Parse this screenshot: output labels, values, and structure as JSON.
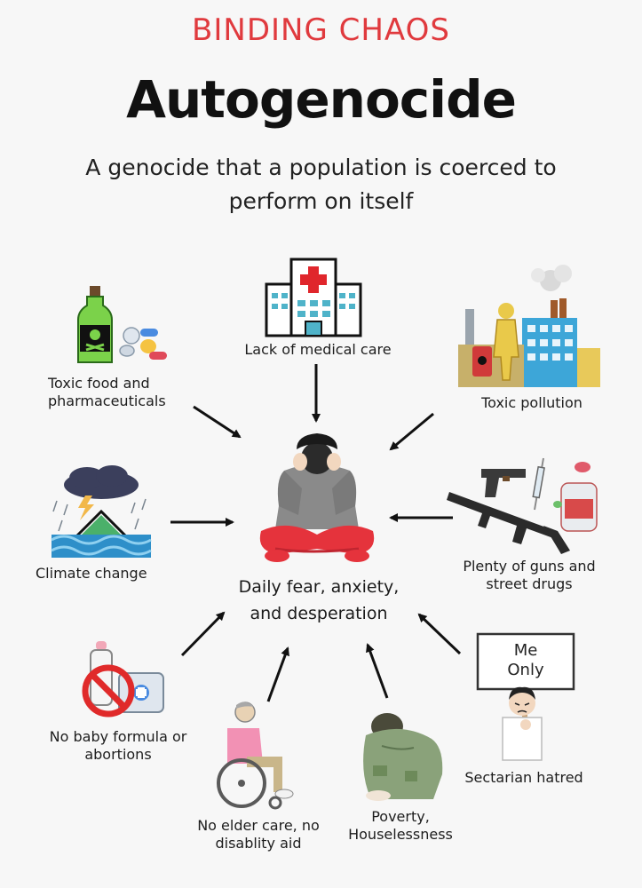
{
  "header": {
    "brand": "BINDING CHAOS",
    "title": "Autogenocide",
    "subtitle": "A genocide that a population is coerced to perform on itself"
  },
  "center": {
    "label": "Daily fear, anxiety, and desperation",
    "icon": "distressed-person-icon"
  },
  "causes": [
    {
      "label": "Lack of medical care",
      "icon": "hospital-icon"
    },
    {
      "label": "Toxic food and pharmaceuticals",
      "icon": "poison-bottle-pills-icon"
    },
    {
      "label": "Toxic pollution",
      "icon": "factory-pollution-icon"
    },
    {
      "label": "Climate change",
      "icon": "storm-flood-icon"
    },
    {
      "label": "Plenty of guns and street drugs",
      "icon": "guns-drugs-icon"
    },
    {
      "label": "No baby formula or abortions",
      "icon": "no-baby-formula-icon"
    },
    {
      "label": "No elder care, no disablity aid",
      "icon": "wheelchair-elder-icon"
    },
    {
      "label": "Poverty, Houselessness",
      "icon": "homeless-person-icon"
    },
    {
      "label": "Sectarian hatred",
      "icon": "protest-sign-icon"
    }
  ],
  "sign": {
    "text": "Me Only"
  },
  "colors": {
    "brand": "#e03a3e",
    "text": "#111111",
    "background": "#f7f7f7"
  }
}
